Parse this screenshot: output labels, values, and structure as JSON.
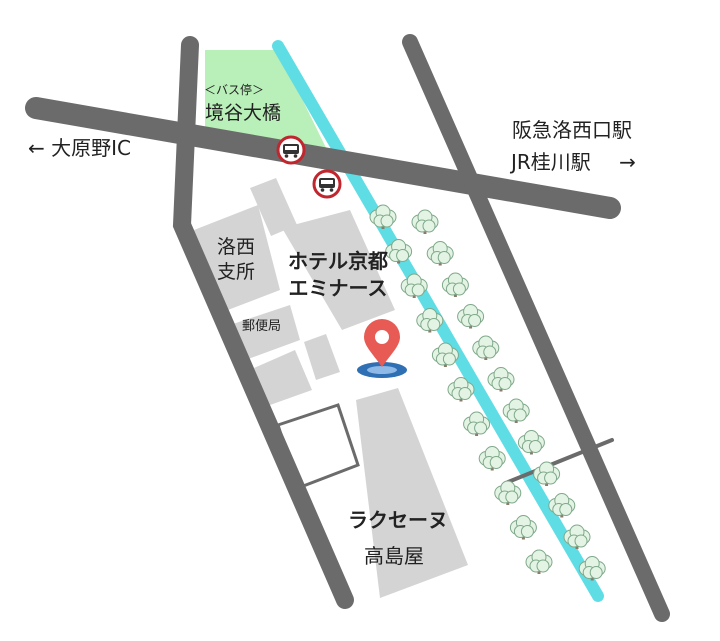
{
  "map": {
    "directions": {
      "left_arrow": "←",
      "left_label": "大原野IC",
      "right_line1": "阪急洛西口駅",
      "right_line2": "JR桂川駅",
      "right_arrow": "→"
    },
    "bus_stop": {
      "small_label": "＜バス停＞",
      "name": "境谷大橋"
    },
    "buildings": {
      "branch_line1": "洛西",
      "branch_line2": "支所",
      "post_office": "郵便局",
      "hotel_line1": "ホテル京都",
      "hotel_line2": "エミナース",
      "dept_line1": "ラクセーヌ",
      "dept_line2": "高島屋"
    },
    "icons": [
      "bus-stop-icon",
      "location-pin-icon",
      "cherry-tree-icon"
    ],
    "colors": {
      "road": "#6b6b6b",
      "river": "#5fdde5",
      "park": "#b9efb8",
      "building": "#d4d4d4",
      "pin": "#e85b55",
      "pin_base": "#2f6fb3",
      "bus_ring": "#c0262d"
    }
  }
}
